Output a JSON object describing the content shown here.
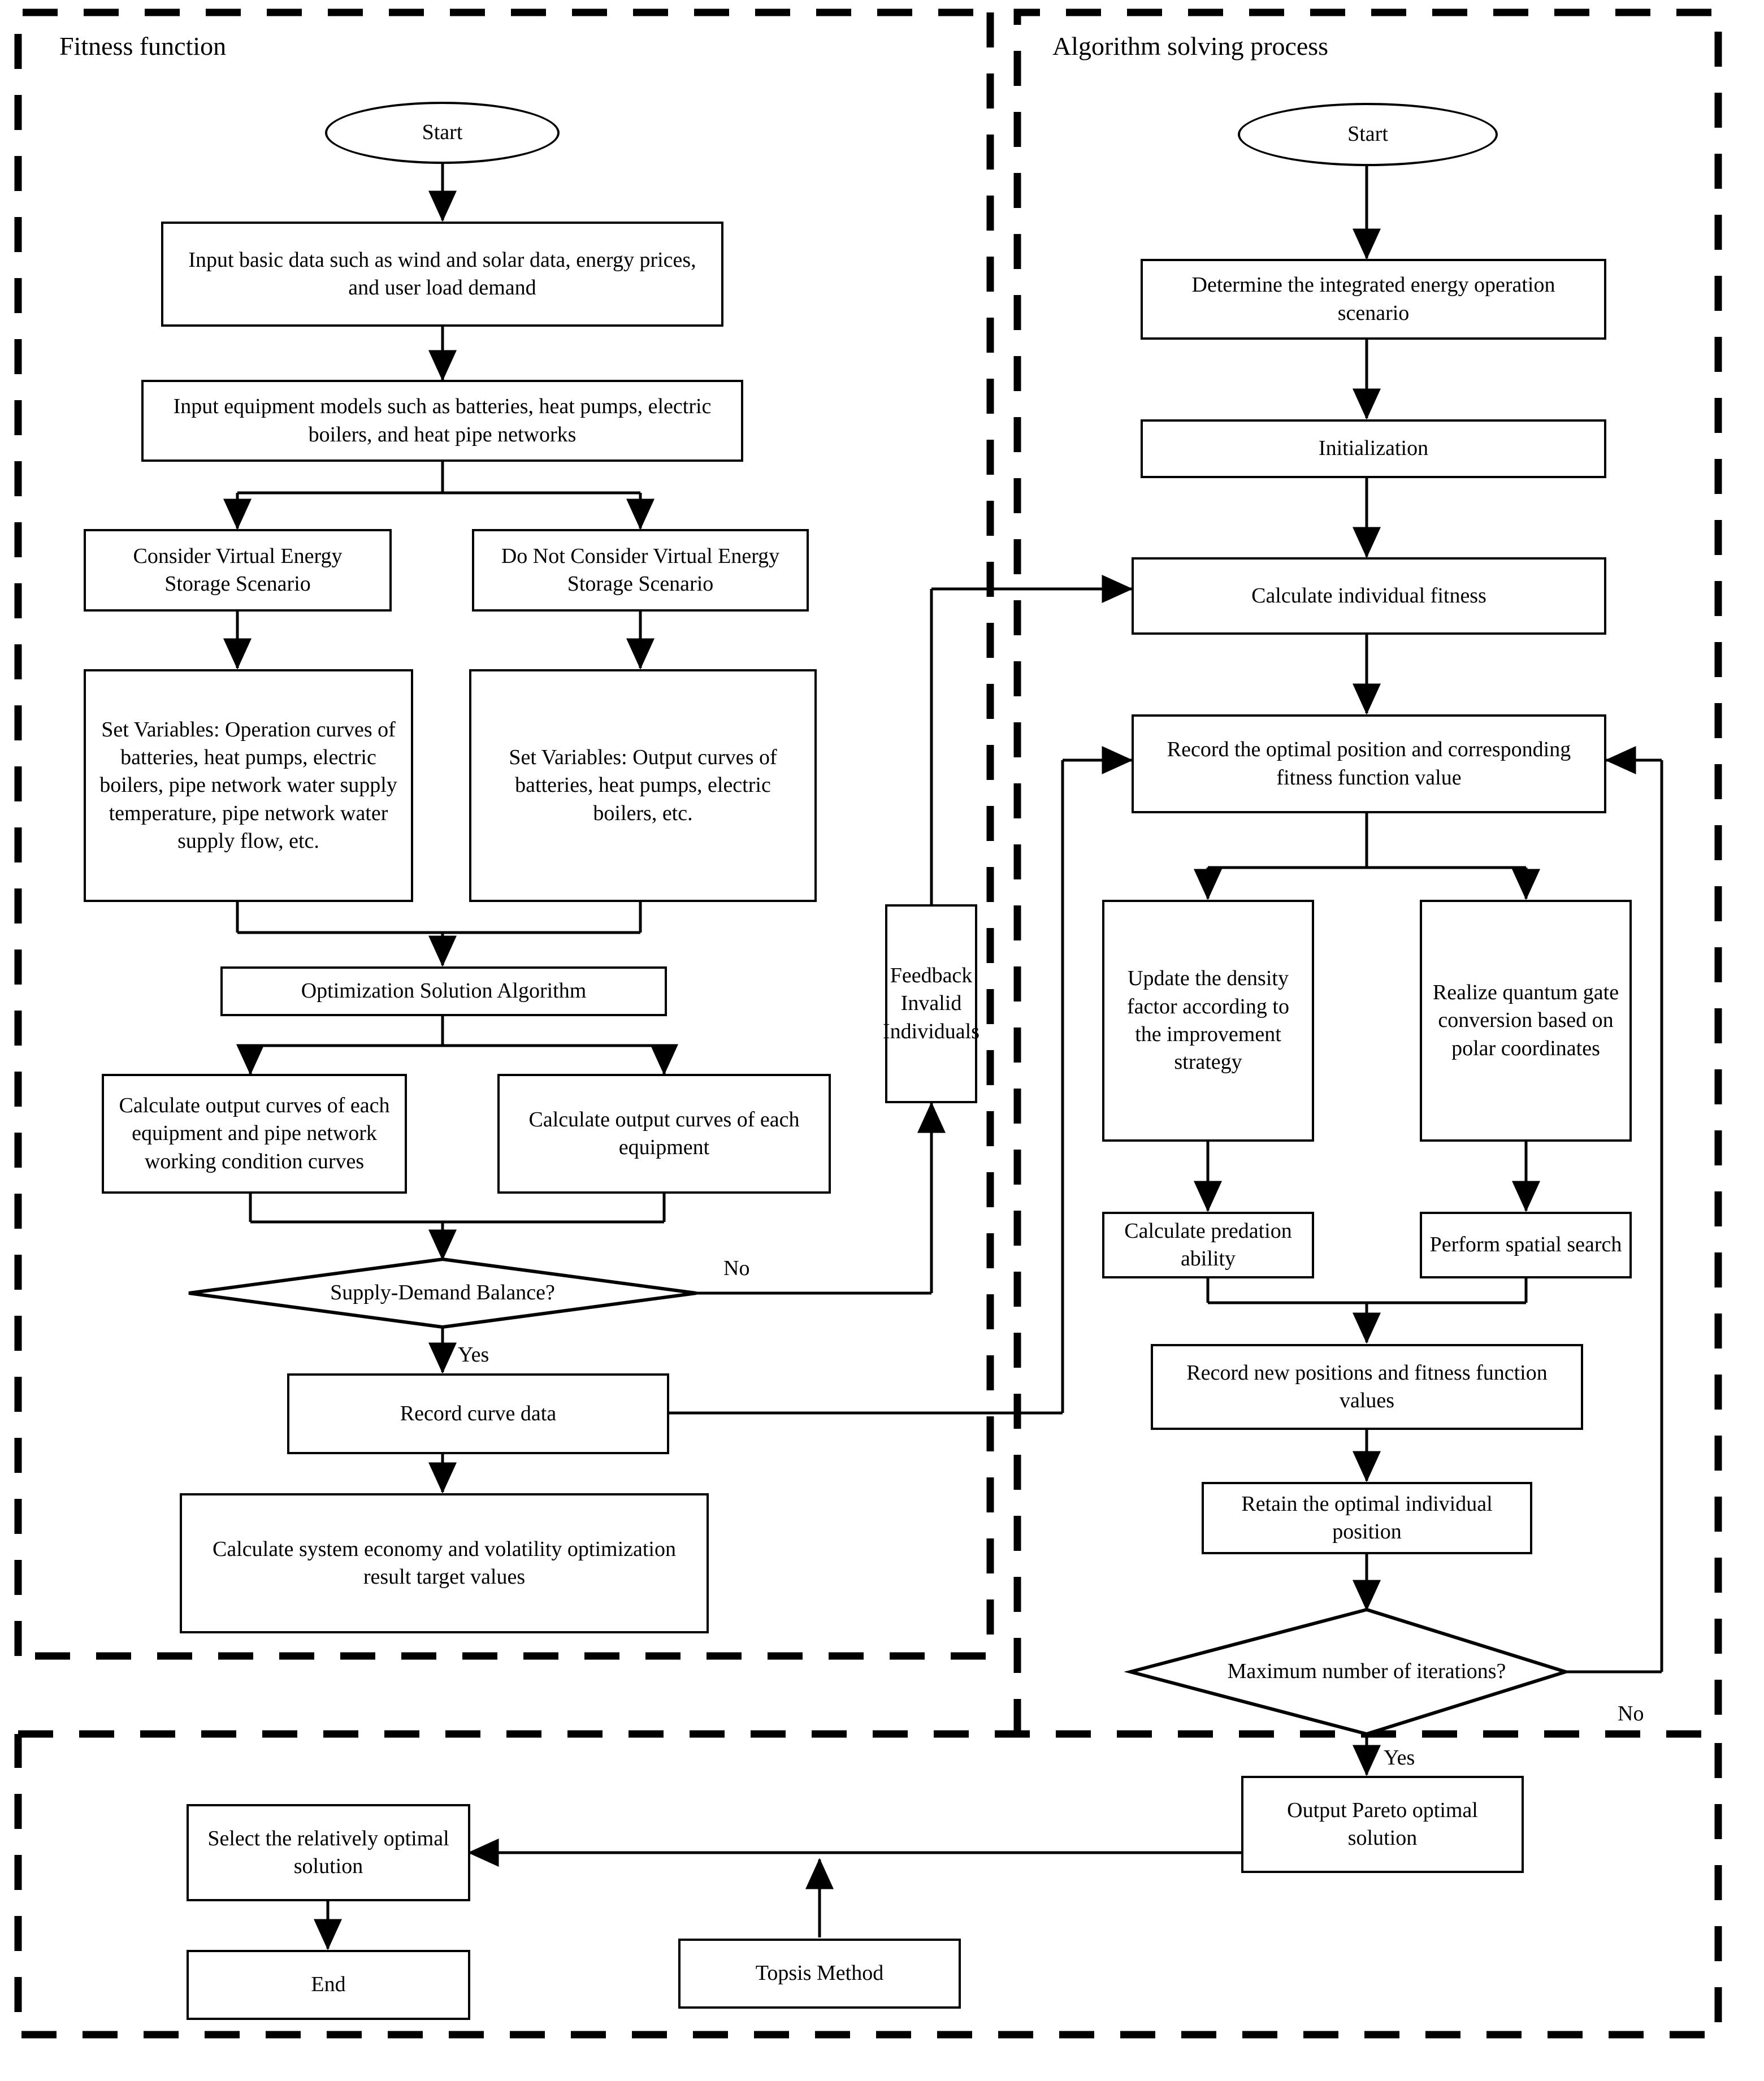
{
  "sections": {
    "fitness_function": {
      "title": "Fitness function"
    },
    "algorithm_solving": {
      "title": "Algorithm solving process"
    },
    "bottom": {
      "title": ""
    }
  },
  "fitness": {
    "start": "Start",
    "input_basic": "Input basic data such as wind and solar data, energy prices, and user load demand",
    "input_equipment": "Input equipment models such as batteries, heat pumps, electric boilers, and heat pipe networks",
    "consider_vs": "Consider Virtual Energy Storage Scenario",
    "not_consider_vs": "Do Not Consider Virtual Energy Storage Scenario",
    "set_vars_left": "Set Variables: Operation curves of batteries, heat pumps, electric boilers, pipe network water supply temperature, pipe network water supply flow, etc.",
    "set_vars_right": "Set Variables: Output curves of batteries, heat pumps, electric boilers, etc.",
    "opt_algorithm": "Optimization Solution Algorithm",
    "calc_curves_left": "Calculate output curves of each equipment and pipe network working condition curves",
    "calc_curves_right": "Calculate output curves of each equipment",
    "balance_decision": "Supply-Demand Balance?",
    "balance_no": "No",
    "balance_yes": "Yes",
    "record_curve": "Record curve data",
    "calc_economy": "Calculate system economy and volatility optimization result target values"
  },
  "bridge": {
    "feedback": "Feedback Invalid Individuals"
  },
  "algorithm": {
    "start": "Start",
    "determine_scenario": "Determine the integrated energy operation scenario",
    "initialization": "Initialization",
    "calc_fitness": "Calculate individual fitness",
    "record_optimal": "Record the optimal position and corresponding fitness function value",
    "update_density": "Update the density factor according to the improvement strategy",
    "quantum_gate": "Realize quantum gate conversion based on polar coordinates",
    "calc_predation": "Calculate predation ability",
    "spatial_search": "Perform spatial search",
    "record_new": "Record new positions and fitness function values",
    "retain_optimal": "Retain the optimal individual position",
    "max_iter_decision": "Maximum number of iterations?",
    "max_iter_no": "No",
    "max_iter_yes": "Yes",
    "output_pareto": "Output Pareto optimal solution"
  },
  "final": {
    "select_solution": "Select the relatively optimal solution",
    "topsis": "Topsis Method",
    "end": "End"
  },
  "colors": {
    "stroke": "#000000",
    "fill": "#ffffff",
    "background": "#ffffff"
  }
}
